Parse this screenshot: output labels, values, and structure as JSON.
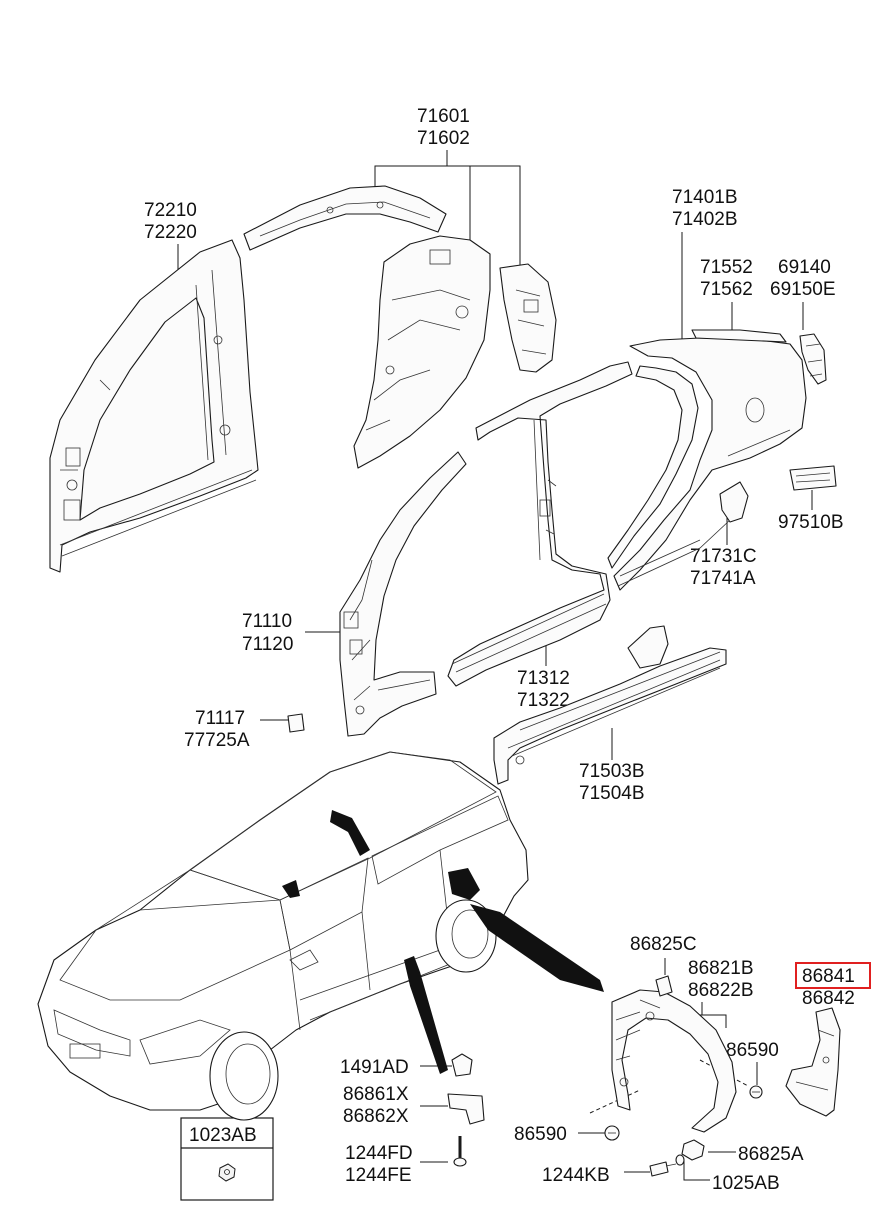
{
  "labels": {
    "l71601": "71601",
    "l71602": "71602",
    "l72210": "72210",
    "l72220": "72220",
    "l71401B": "71401B",
    "l71402B": "71402B",
    "l71552": "71552",
    "l71562": "71562",
    "l69140": "69140",
    "l69150E": "69150E",
    "l97510B": "97510B",
    "l71731C": "71731C",
    "l71741A": "71741A",
    "l71110": "71110",
    "l71120": "71120",
    "l71312": "71312",
    "l71322": "71322",
    "l71117": "71117",
    "l77725A": "77725A",
    "l71503B": "71503B",
    "l71504B": "71504B",
    "l86825C": "86825C",
    "l86821B": "86821B",
    "l86822B": "86822B",
    "l86841": "86841",
    "l86842": "86842",
    "l86590a": "86590",
    "l86590b": "86590",
    "l86825A": "86825A",
    "l1244KB": "1244KB",
    "l1025AB": "1025AB",
    "l1491AD": "1491AD",
    "l86861X": "86861X",
    "l86862X": "86862X",
    "l1244FD": "1244FD",
    "l1244FE": "1244FE",
    "l1023AB": "1023AB"
  },
  "highlight": {
    "part": "86841",
    "color": "#e02020"
  }
}
